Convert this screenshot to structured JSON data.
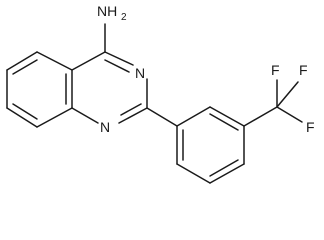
{
  "molecule": {
    "atoms": {
      "amine_n": "NH",
      "amine_sub": "2",
      "ring_n3": "N",
      "ring_n1": "N",
      "fluorine_top_left": "F",
      "fluorine_top_right": "F",
      "fluorine_right": "F"
    },
    "colors": {
      "bond": "#1a1a1a",
      "label": "#1a1a1a",
      "background": "#ffffff"
    }
  }
}
